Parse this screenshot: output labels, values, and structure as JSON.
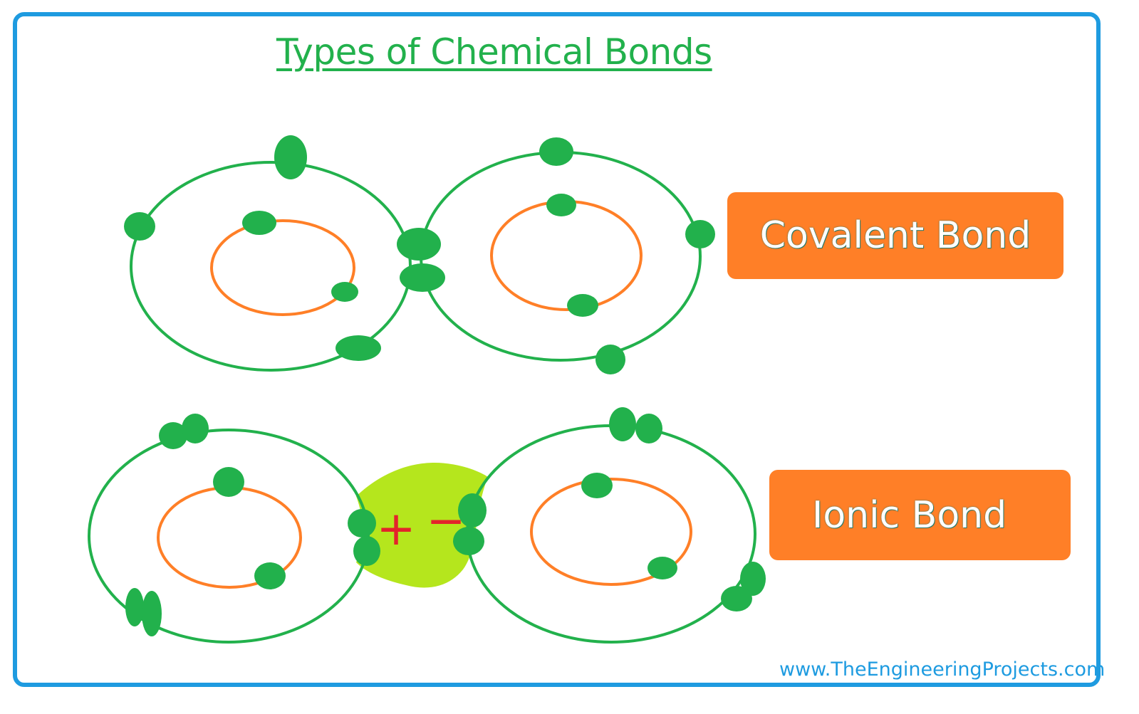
{
  "title": "Types of Chemical Bonds",
  "labels": {
    "covalent": "Covalent Bond",
    "ionic": "Ionic Bond"
  },
  "charges": {
    "positive": "+",
    "negative": "−"
  },
  "website": "www.TheEngineeringProjects.com",
  "colors": {
    "frame": "#1e9be0",
    "title": "#22b14c",
    "outer_orbit": "#22b14c",
    "inner_orbit": "#ff7f27",
    "electron": "#22b14c",
    "label_box": "#ff7f27",
    "ionic_region": "#b5e61d",
    "charge": "#e3242b",
    "website": "#1e9be0"
  }
}
